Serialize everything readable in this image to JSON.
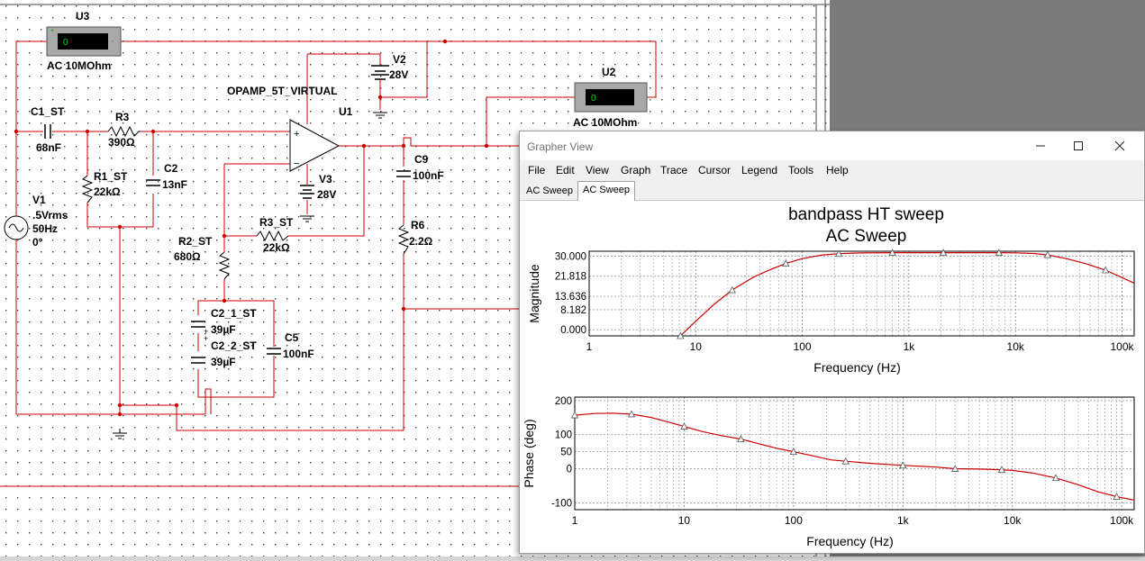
{
  "schematic": {
    "meters": {
      "u3": {
        "ref": "U3",
        "reading": "0",
        "label": "AC  10MOhm"
      },
      "u2": {
        "ref": "U2",
        "reading": "0",
        "label": "AC  10MOhm"
      }
    },
    "components": {
      "c1": {
        "ref": "C1_ST",
        "value": "68nF"
      },
      "r3": {
        "ref": "R3",
        "value": "390Ω"
      },
      "r1": {
        "ref": "R1_ST",
        "value": "22kΩ"
      },
      "c2": {
        "ref": "C2",
        "value": "13nF"
      },
      "v1": {
        "ref": "V1",
        "l1": ".5Vrms",
        "l2": "50Hz",
        "l3": "0°"
      },
      "v2": {
        "ref": "V2",
        "value": "28V"
      },
      "v3": {
        "ref": "V3",
        "value": "28V"
      },
      "u1": {
        "ref": "U1",
        "model": "OPAMP_5T_VIRTUAL"
      },
      "r3st": {
        "ref": "R3_ST",
        "value": "22kΩ"
      },
      "r2": {
        "ref": "R2_ST",
        "value": "680Ω"
      },
      "c21": {
        "ref": "C2_1_ST",
        "value": "39µF"
      },
      "c22": {
        "ref": "C2_2_ST",
        "value": "39µF"
      },
      "c5": {
        "ref": "C5",
        "value": "100nF"
      },
      "c9": {
        "ref": "C9",
        "value": "100nF"
      },
      "r6": {
        "ref": "R6",
        "value": "2.2Ω"
      }
    }
  },
  "grapher": {
    "window_title": "Grapher View",
    "menu": [
      "File",
      "Edit",
      "View",
      "Graph",
      "Trace",
      "Cursor",
      "Legend",
      "Tools",
      "Help"
    ],
    "tabs": [
      "AC Sweep",
      "AC Sweep"
    ],
    "active_tab": 1
  },
  "chart_data": [
    {
      "type": "line",
      "title": "bandpass HT sweep",
      "subtitle": "AC Sweep",
      "xlabel": "Frequency (Hz)",
      "ylabel": "Magnitude",
      "xscale": "log",
      "xlim": [
        1,
        130000
      ],
      "ylim": [
        -2.5,
        32
      ],
      "xticks": [
        1,
        10,
        100,
        1000,
        10000,
        100000
      ],
      "xtick_labels": [
        "1",
        "10",
        "100",
        "1k",
        "10k",
        "100k"
      ],
      "yticks": [
        0,
        8.182,
        13.636,
        21.818,
        30
      ],
      "ytick_labels": [
        "0.000",
        "8.182",
        "13.636",
        "21.818",
        "30.000"
      ],
      "grid": true,
      "line_color": "#cc0000",
      "x": [
        7.2,
        10,
        15,
        22,
        35,
        50,
        70,
        100,
        150,
        220,
        350,
        700,
        1500,
        2100,
        4000,
        7000,
        10000,
        15000,
        20000,
        30000,
        45000,
        70000,
        130000
      ],
      "y": [
        -2.5,
        3.5,
        10.5,
        16.2,
        21.5,
        24.5,
        27.0,
        29.0,
        30.4,
        31.0,
        31.3,
        31.4,
        31.4,
        31.4,
        31.4,
        31.4,
        31.35,
        31.1,
        30.5,
        29.0,
        27.0,
        24.3,
        19.0
      ],
      "markers_x": [
        7.2,
        22,
        70,
        220,
        700,
        2100,
        7000,
        20000,
        70000
      ]
    },
    {
      "type": "line",
      "title": "",
      "xlabel": "Frequency (Hz)",
      "ylabel": "Phase (deg)",
      "xscale": "log",
      "xlim": [
        1,
        130000
      ],
      "ylim": [
        -120,
        210
      ],
      "xticks": [
        1,
        10,
        100,
        1000,
        10000,
        100000
      ],
      "xtick_labels": [
        "1",
        "10",
        "100",
        "1k",
        "10k",
        "100k"
      ],
      "yticks": [
        -100,
        0,
        50,
        100,
        200
      ],
      "ytick_labels": [
        "-100",
        "0",
        "50",
        "100",
        "200"
      ],
      "grid": true,
      "line_color": "#cc0000",
      "x": [
        1,
        1.5,
        2.2,
        3.3,
        5,
        7,
        10,
        15,
        22,
        33,
        50,
        70,
        100,
        150,
        220,
        300,
        500,
        1000,
        2000,
        3000,
        5000,
        8000,
        10000,
        15000,
        25000,
        40000,
        60000,
        90000,
        130000
      ],
      "y": [
        157,
        162,
        163,
        160,
        150,
        138,
        124,
        108,
        97,
        87,
        72,
        60,
        50,
        38,
        26,
        22,
        16,
        10,
        5,
        0,
        -1,
        -3,
        -5,
        -12,
        -27,
        -47,
        -67,
        -82,
        -92
      ],
      "markers_x": [
        1,
        3.3,
        10,
        33,
        100,
        300,
        1000,
        3000,
        8000,
        25000,
        90000
      ]
    }
  ]
}
